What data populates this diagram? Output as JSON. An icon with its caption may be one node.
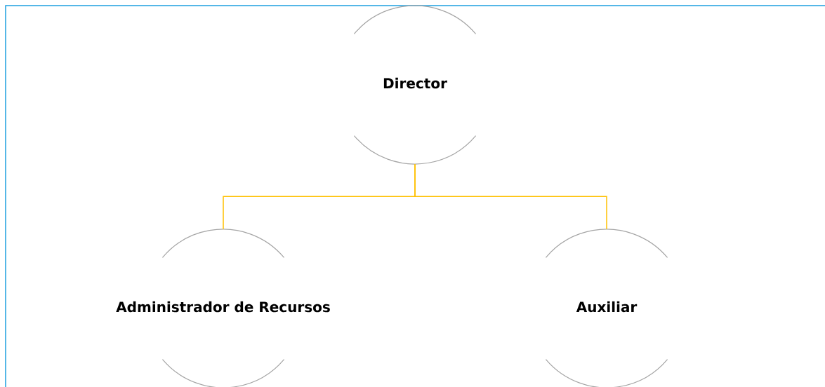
{
  "diagram": {
    "nodes": [
      {
        "text": [
          "Director"
        ]
      },
      {
        "text": [
          "Administrador de Recursos"
        ]
      },
      {
        "text": [
          "Auxiliar"
        ]
      }
    ],
    "edges": [
      {
        "from": 0,
        "to": 1,
        "arrow": "none"
      },
      {
        "from": 0,
        "to": 2,
        "arrow": "none"
      }
    ]
  }
}
